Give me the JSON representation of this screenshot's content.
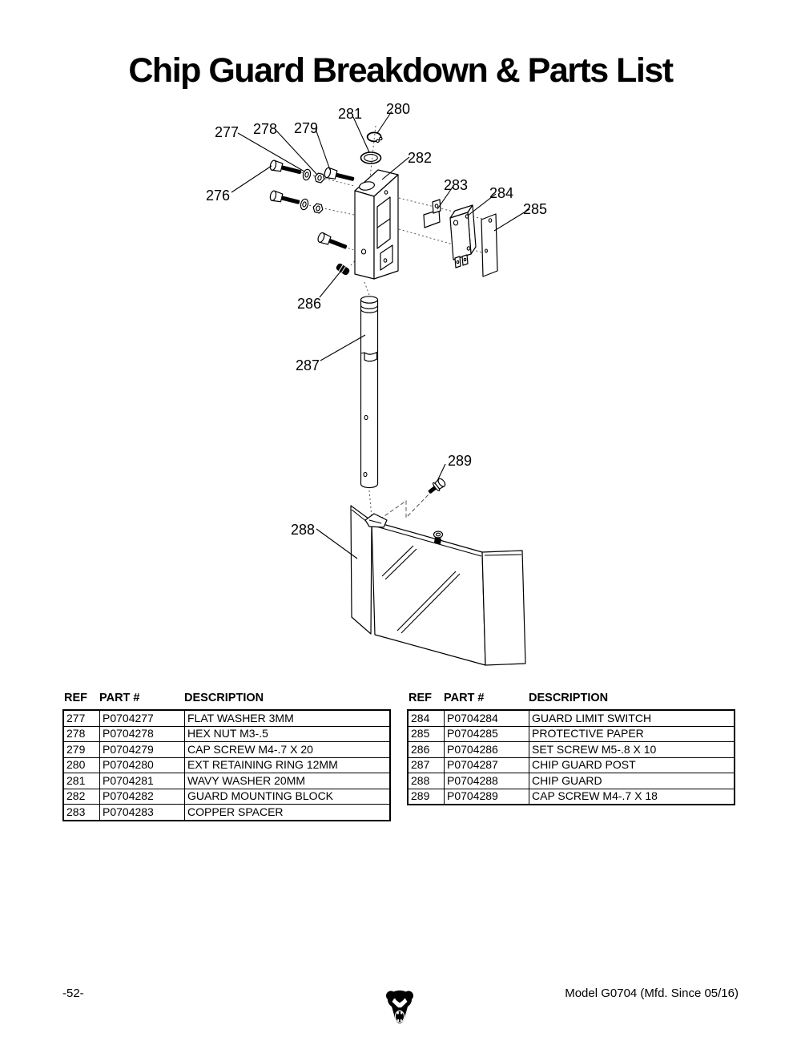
{
  "page": {
    "title": "Chip Guard Breakdown & Parts List",
    "footer": {
      "page_number": "-52-",
      "model_text": "Model G0704 (Mfd. Since 05/16)",
      "logo": "grizzly-bear-icon"
    }
  },
  "diagram": {
    "name": "chip-guard-exploded-view",
    "callouts": [
      {
        "ref": "276"
      },
      {
        "ref": "277"
      },
      {
        "ref": "278"
      },
      {
        "ref": "279"
      },
      {
        "ref": "280"
      },
      {
        "ref": "281"
      },
      {
        "ref": "282"
      },
      {
        "ref": "283"
      },
      {
        "ref": "284"
      },
      {
        "ref": "285"
      },
      {
        "ref": "286"
      },
      {
        "ref": "287"
      },
      {
        "ref": "288"
      },
      {
        "ref": "289"
      }
    ]
  },
  "tables": [
    {
      "headers": [
        "REF",
        "PART #",
        "DESCRIPTION"
      ],
      "rows": [
        [
          "277",
          "P0704277",
          "FLAT WASHER 3MM"
        ],
        [
          "278",
          "P0704278",
          "HEX NUT M3-.5"
        ],
        [
          "279",
          "P0704279",
          "CAP SCREW M4-.7 X 20"
        ],
        [
          "280",
          "P0704280",
          "EXT RETAINING RING 12MM"
        ],
        [
          "281",
          "P0704281",
          "WAVY WASHER 20MM"
        ],
        [
          "282",
          "P0704282",
          "GUARD MOUNTING BLOCK"
        ],
        [
          "283",
          "P0704283",
          "COPPER SPACER"
        ]
      ]
    },
    {
      "headers": [
        "REF",
        "PART #",
        "DESCRIPTION"
      ],
      "rows": [
        [
          "284",
          "P0704284",
          "GUARD LIMIT SWITCH"
        ],
        [
          "285",
          "P0704285",
          "PROTECTIVE PAPER"
        ],
        [
          "286",
          "P0704286",
          "SET SCREW M5-.8 X 10"
        ],
        [
          "287",
          "P0704287",
          "CHIP GUARD POST"
        ],
        [
          "288",
          "P0704288",
          "CHIP GUARD"
        ],
        [
          "289",
          "P0704289",
          "CAP SCREW M4-.7 X 18"
        ]
      ]
    }
  ]
}
